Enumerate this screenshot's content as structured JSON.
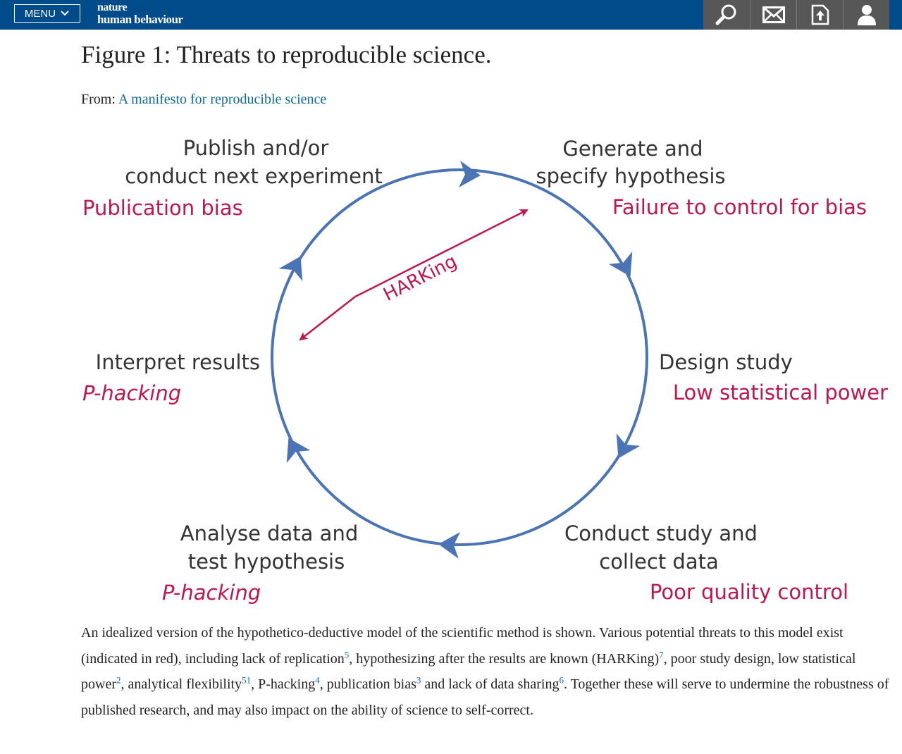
{
  "header": {
    "menu_label": "MENU",
    "brand_line1": "nature",
    "brand_line2": "human behaviour",
    "bg_color": "#004b8a",
    "tools": [
      {
        "name": "search-icon"
      },
      {
        "name": "mail-icon"
      },
      {
        "name": "upload-icon"
      },
      {
        "name": "user-icon"
      }
    ]
  },
  "figure": {
    "title": "Figure 1: Threats to reproducible science.",
    "from_label": "From:",
    "from_link": "A manifesto for reproducible science",
    "accent_color": "#c0164c",
    "cycle_color": "#4a74b4",
    "stages": [
      {
        "id": "publish",
        "lines": [
          "Publish and/or",
          "conduct next experiment"
        ],
        "threat": "Publication bias"
      },
      {
        "id": "generate",
        "lines": [
          "Generate and",
          "specify hypothesis"
        ],
        "threat": "Failure to control for bias"
      },
      {
        "id": "design",
        "lines": [
          "Design study"
        ],
        "threat": "Low statistical power"
      },
      {
        "id": "conduct",
        "lines": [
          "Conduct study and",
          "collect data"
        ],
        "threat": "Poor quality control"
      },
      {
        "id": "analyse",
        "lines": [
          "Analyse data and",
          "test hypothesis"
        ],
        "threat": "P-hacking"
      },
      {
        "id": "interpret",
        "lines": [
          "Interpret results"
        ],
        "threat": "P-hacking"
      }
    ],
    "harking_label": "HARKing"
  },
  "caption": {
    "p1": "An idealized version of the hypothetico-deductive model of the scientific method is shown. Various potential threats to this model exist (indicated in red), including lack of replication",
    "r1": "5",
    "p2": ", hypothesizing after the results are known (HARKing)",
    "r2": "7",
    "p3": ", poor study design, low statistical power",
    "r3": "2",
    "p4": ", analytical flexibility",
    "r4": "51",
    "p5": ", P-hacking",
    "r5": "4",
    "p6": ", publication bias",
    "r6": "3",
    "p7": " and lack of data sharing",
    "r7": "6",
    "p8": ". Together these will serve to undermine the robustness of published research, and may also impact on the ability of science to self-correct."
  }
}
